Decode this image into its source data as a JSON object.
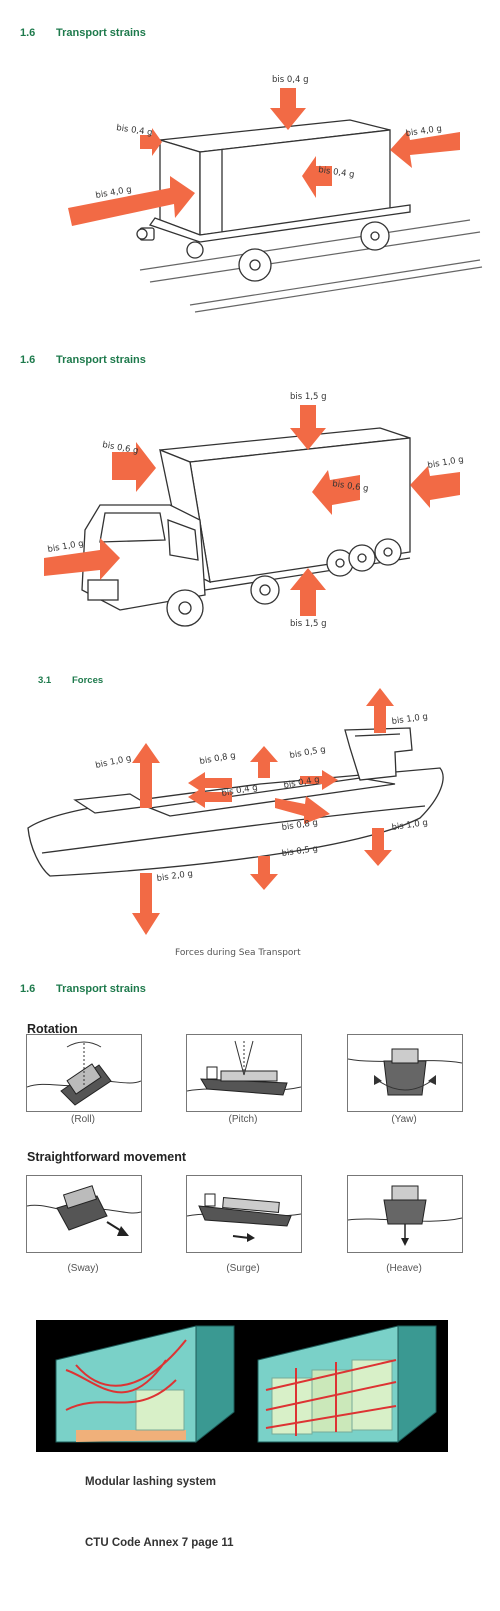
{
  "sections": [
    {
      "num": "1.6",
      "title": "Transport strains"
    },
    {
      "num": "1.6",
      "title": "Transport strains"
    },
    {
      "num": "3.1",
      "title": "Forces"
    },
    {
      "num": "1.6",
      "title": "Transport strains"
    }
  ],
  "train": {
    "labels": [
      "bis 0,4 g",
      "bis 0,4 g",
      "bis 4,0 g",
      "bis 4,0 g",
      "bis 0,4 g"
    ]
  },
  "truck": {
    "labels": [
      "bis 1,5 g",
      "bis 0,6 g",
      "bis 1,0 g",
      "bis 0,6 g",
      "bis 1,0 g",
      "bis 1,5 g"
    ]
  },
  "ship": {
    "labels": [
      "bis 1,0 g",
      "bis 1,0 g",
      "bis 0,8 g",
      "bis 0,5 g",
      "bis 0,4 g",
      "bis 0,4 g",
      "bis 0,8 g",
      "bis 1,0 g",
      "bis 0,5 g",
      "bis 2,0 g"
    ],
    "caption": "Forces during Sea Transport"
  },
  "motion": {
    "rotation_heading": "Rotation",
    "straight_heading": "Straightforward movement",
    "rotation": [
      "(Roll)",
      "(Pitch)",
      "(Yaw)"
    ],
    "straight": [
      "(Sway)",
      "(Surge)",
      "(Heave)"
    ]
  },
  "lashing": {
    "caption": "Modular lashing system"
  },
  "footer": "CTU Code Annex 7 page 11"
}
